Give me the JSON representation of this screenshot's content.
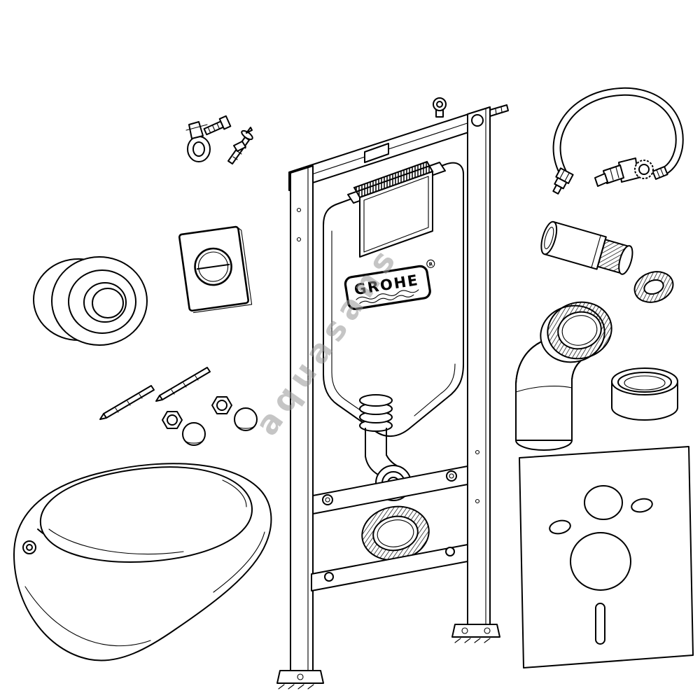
{
  "image": {
    "title": "Exploded parts diagram of a wall-hung WC installation set",
    "brand": "GROHE",
    "registered_mark": "R",
    "watermark": "aquasans",
    "colors": {
      "line": "#000000",
      "background": "#ffffff",
      "watermark": "#979797"
    },
    "parts": [
      {
        "id": "wall-anchor-bolts",
        "label": "Wall anchor bracket and bolts"
      },
      {
        "id": "flush-pipe-cone",
        "label": "Flush pipe cone gasket"
      },
      {
        "id": "actuation-plate",
        "label": "Flush actuation plate with round button"
      },
      {
        "id": "installation-frame",
        "label": "Concealed cistern installation frame with GROHE logo"
      },
      {
        "id": "flexible-hose",
        "label": "Flexible water supply hose with angle valve"
      },
      {
        "id": "connection-pipe",
        "label": "Flush connection pipe with threaded end"
      },
      {
        "id": "seal-ring",
        "label": "Sealing ring"
      },
      {
        "id": "outlet-elbow",
        "label": "Outlet elbow bend with seal"
      },
      {
        "id": "protection-cap",
        "label": "Protection sleeve cap"
      },
      {
        "id": "fixing-bolt-set",
        "label": "Fixing studs, hex nuts and cover caps"
      },
      {
        "id": "wall-hung-toilet",
        "label": "Wall-hung toilet bowl with seat and lid"
      },
      {
        "id": "sound-insulation-mat",
        "label": "Sound insulation mat with cut-outs"
      }
    ]
  }
}
